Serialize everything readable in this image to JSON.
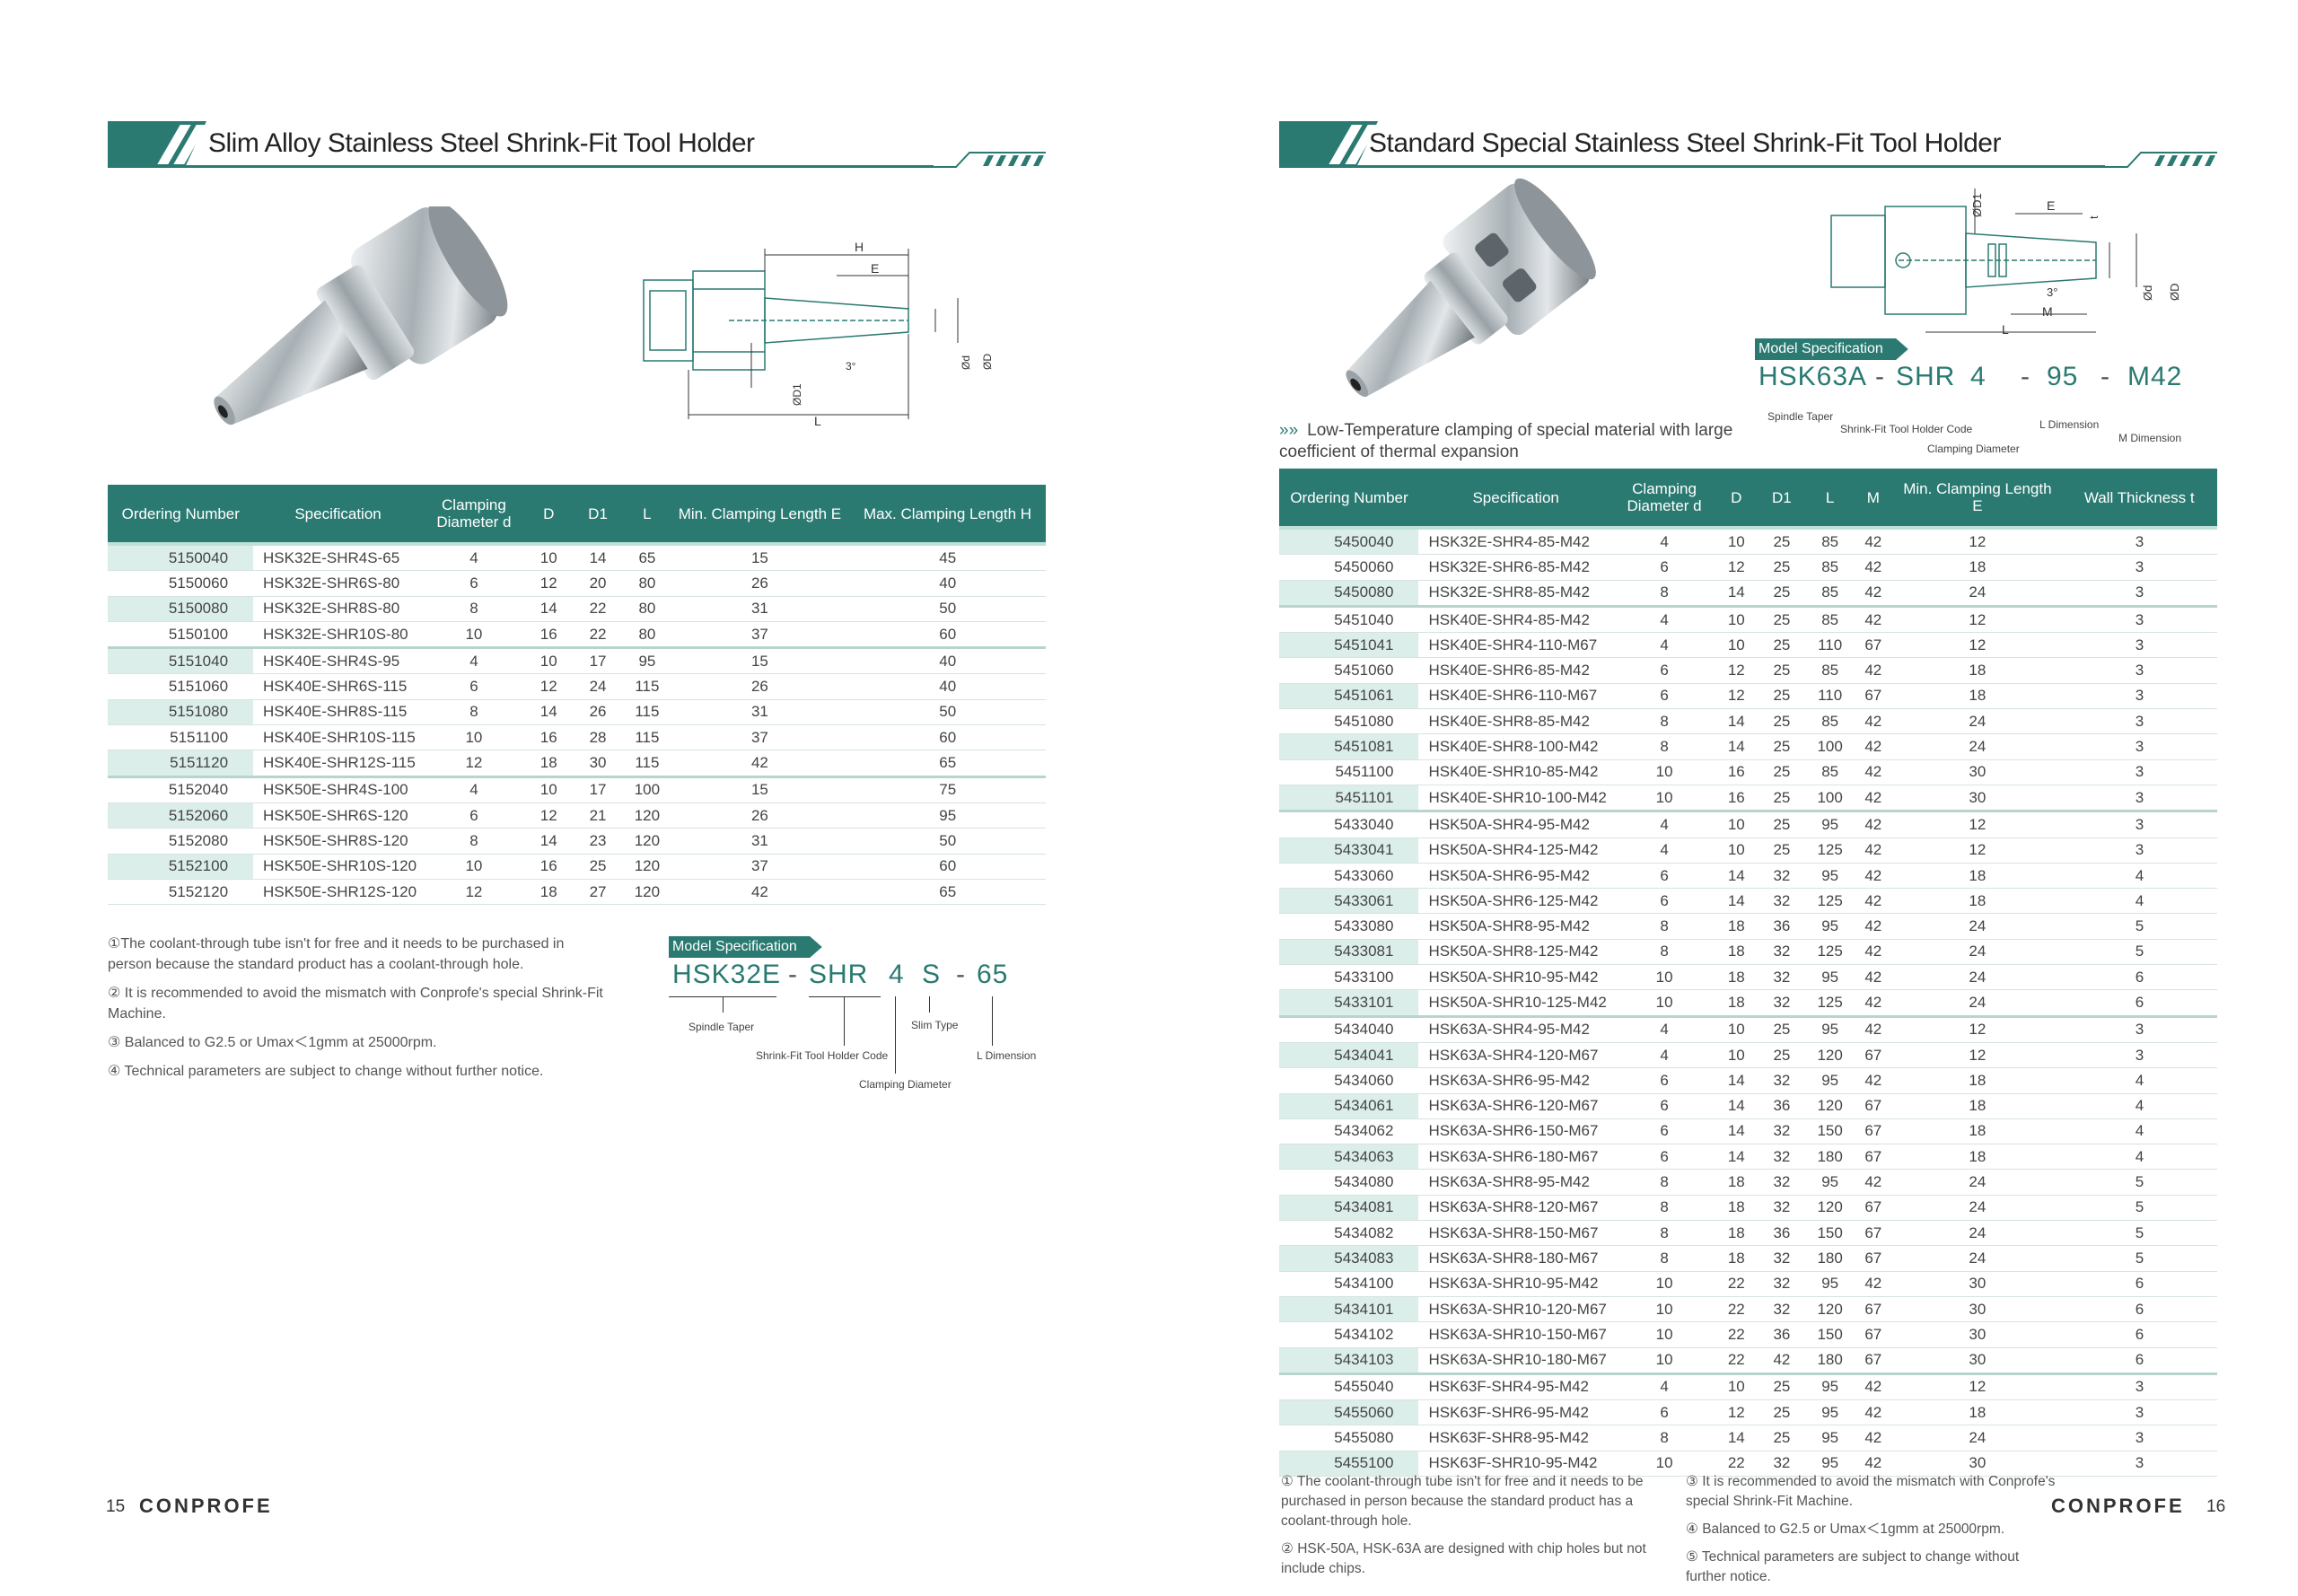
{
  "left": {
    "title": "Slim Alloy Stainless Steel Shrink-Fit Tool Holder",
    "diagram_labels": {
      "H": "H",
      "E": "E",
      "D1": "ØD1",
      "angle": "3°",
      "d": "Ød",
      "D": "ØD",
      "L": "L"
    },
    "table": {
      "headers": [
        "Ordering Number",
        "Specification",
        "Clamping Diameter d",
        "D",
        "D1",
        "L",
        "Min. Clamping Length E",
        "Max. Clamping Length H"
      ],
      "groups": [
        [
          [
            "5150040",
            "HSK32E-SHR4S-65",
            "4",
            "10",
            "14",
            "65",
            "15",
            "45"
          ],
          [
            "5150060",
            "HSK32E-SHR6S-80",
            "6",
            "12",
            "20",
            "80",
            "26",
            "40"
          ],
          [
            "5150080",
            "HSK32E-SHR8S-80",
            "8",
            "14",
            "22",
            "80",
            "31",
            "50"
          ],
          [
            "5150100",
            "HSK32E-SHR10S-80",
            "10",
            "16",
            "22",
            "80",
            "37",
            "60"
          ]
        ],
        [
          [
            "5151040",
            "HSK40E-SHR4S-95",
            "4",
            "10",
            "17",
            "95",
            "15",
            "40"
          ],
          [
            "5151060",
            "HSK40E-SHR6S-115",
            "6",
            "12",
            "24",
            "115",
            "26",
            "40"
          ],
          [
            "5151080",
            "HSK40E-SHR8S-115",
            "8",
            "14",
            "26",
            "115",
            "31",
            "50"
          ],
          [
            "5151100",
            "HSK40E-SHR10S-115",
            "10",
            "16",
            "28",
            "115",
            "37",
            "60"
          ],
          [
            "5151120",
            "HSK40E-SHR12S-115",
            "12",
            "18",
            "30",
            "115",
            "42",
            "65"
          ]
        ],
        [
          [
            "5152040",
            "HSK50E-SHR4S-100",
            "4",
            "10",
            "17",
            "100",
            "15",
            "75"
          ],
          [
            "5152060",
            "HSK50E-SHR6S-120",
            "6",
            "12",
            "21",
            "120",
            "26",
            "95"
          ],
          [
            "5152080",
            "HSK50E-SHR8S-120",
            "8",
            "14",
            "23",
            "120",
            "31",
            "50"
          ],
          [
            "5152100",
            "HSK50E-SHR10S-120",
            "10",
            "16",
            "25",
            "120",
            "37",
            "60"
          ],
          [
            "5152120",
            "HSK50E-SHR12S-120",
            "12",
            "18",
            "27",
            "120",
            "42",
            "65"
          ]
        ]
      ]
    },
    "notes": [
      "①The coolant-through tube isn't for free and it needs to be purchased in person because the standard product has a coolant-through hole.",
      "② It is recommended to avoid the mismatch with Conprofe's special Shrink-Fit Machine.",
      "③ Balanced to G2.5 or Umax＜1gmm at 25000rpm.",
      "④ Technical parameters are subject to change without further notice."
    ],
    "model": {
      "badge": "Model Specification",
      "parts": [
        "HSK32E",
        "-",
        "SHR",
        "4",
        "S",
        "-",
        "65"
      ],
      "labels": {
        "spindle": "Spindle Taper",
        "code": "Shrink-Fit Tool Holder Code",
        "clamp": "Clamping Diameter",
        "slim": "Slim Type",
        "ldim": "L Dimension"
      }
    },
    "page_number": "15",
    "brand": "CONPROFE"
  },
  "right": {
    "title": "Standard Special Stainless Steel Shrink-Fit Tool Holder",
    "feature": "Low-Temperature clamping of special material with large coefficient of thermal expansion",
    "feature_arrow": "»»",
    "diagram_labels": {
      "D1": "ØD1",
      "E": "E",
      "t": "t",
      "angle": "3°",
      "M": "M",
      "L": "L",
      "d": "Ød",
      "D": "ØD"
    },
    "model": {
      "badge": "Model Specification",
      "parts": [
        "HSK63A",
        "-",
        "SHR",
        "4",
        "-",
        "95",
        "-",
        "M42"
      ],
      "labels": {
        "spindle": "Spindle Taper",
        "code": "Shrink-Fit Tool Holder Code",
        "clamp": "Clamping Diameter",
        "ldim": "L Dimension",
        "mdim": "M Dimension"
      }
    },
    "table": {
      "headers": [
        "Ordering Number",
        "Specification",
        "Clamping Diameter d",
        "D",
        "D1",
        "L",
        "M",
        "Min. Clamping Length E",
        "Wall Thickness t"
      ],
      "groups": [
        [
          [
            "5450040",
            "HSK32E-SHR4-85-M42",
            "4",
            "10",
            "25",
            "85",
            "42",
            "12",
            "3"
          ],
          [
            "5450060",
            "HSK32E-SHR6-85-M42",
            "6",
            "12",
            "25",
            "85",
            "42",
            "18",
            "3"
          ],
          [
            "5450080",
            "HSK32E-SHR8-85-M42",
            "8",
            "14",
            "25",
            "85",
            "42",
            "24",
            "3"
          ]
        ],
        [
          [
            "5451040",
            "HSK40E-SHR4-85-M42",
            "4",
            "10",
            "25",
            "85",
            "42",
            "12",
            "3"
          ],
          [
            "5451041",
            "HSK40E-SHR4-110-M67",
            "4",
            "10",
            "25",
            "110",
            "67",
            "12",
            "3"
          ],
          [
            "5451060",
            "HSK40E-SHR6-85-M42",
            "6",
            "12",
            "25",
            "85",
            "42",
            "18",
            "3"
          ],
          [
            "5451061",
            "HSK40E-SHR6-110-M67",
            "6",
            "12",
            "25",
            "110",
            "67",
            "18",
            "3"
          ],
          [
            "5451080",
            "HSK40E-SHR8-85-M42",
            "8",
            "14",
            "25",
            "85",
            "42",
            "24",
            "3"
          ],
          [
            "5451081",
            "HSK40E-SHR8-100-M42",
            "8",
            "14",
            "25",
            "100",
            "42",
            "24",
            "3"
          ],
          [
            "5451100",
            "HSK40E-SHR10-85-M42",
            "10",
            "16",
            "25",
            "85",
            "42",
            "30",
            "3"
          ],
          [
            "5451101",
            "HSK40E-SHR10-100-M42",
            "10",
            "16",
            "25",
            "100",
            "42",
            "30",
            "3"
          ]
        ],
        [
          [
            "5433040",
            "HSK50A-SHR4-95-M42",
            "4",
            "10",
            "25",
            "95",
            "42",
            "12",
            "3"
          ],
          [
            "5433041",
            "HSK50A-SHR4-125-M42",
            "4",
            "10",
            "25",
            "125",
            "42",
            "12",
            "3"
          ],
          [
            "5433060",
            "HSK50A-SHR6-95-M42",
            "6",
            "14",
            "32",
            "95",
            "42",
            "18",
            "4"
          ],
          [
            "5433061",
            "HSK50A-SHR6-125-M42",
            "6",
            "14",
            "32",
            "125",
            "42",
            "18",
            "4"
          ],
          [
            "5433080",
            "HSK50A-SHR8-95-M42",
            "8",
            "18",
            "36",
            "95",
            "42",
            "24",
            "5"
          ],
          [
            "5433081",
            "HSK50A-SHR8-125-M42",
            "8",
            "18",
            "32",
            "125",
            "42",
            "24",
            "5"
          ],
          [
            "5433100",
            "HSK50A-SHR10-95-M42",
            "10",
            "18",
            "32",
            "95",
            "42",
            "24",
            "6"
          ],
          [
            "5433101",
            "HSK50A-SHR10-125-M42",
            "10",
            "18",
            "32",
            "125",
            "42",
            "24",
            "6"
          ]
        ],
        [
          [
            "5434040",
            "HSK63A-SHR4-95-M42",
            "4",
            "10",
            "25",
            "95",
            "42",
            "12",
            "3"
          ],
          [
            "5434041",
            "HSK63A-SHR4-120-M67",
            "4",
            "10",
            "25",
            "120",
            "67",
            "12",
            "3"
          ],
          [
            "5434060",
            "HSK63A-SHR6-95-M42",
            "6",
            "14",
            "32",
            "95",
            "42",
            "18",
            "4"
          ],
          [
            "5434061",
            "HSK63A-SHR6-120-M67",
            "6",
            "14",
            "36",
            "120",
            "67",
            "18",
            "4"
          ],
          [
            "5434062",
            "HSK63A-SHR6-150-M67",
            "6",
            "14",
            "32",
            "150",
            "67",
            "18",
            "4"
          ],
          [
            "5434063",
            "HSK63A-SHR6-180-M67",
            "6",
            "14",
            "32",
            "180",
            "67",
            "18",
            "4"
          ],
          [
            "5434080",
            "HSK63A-SHR8-95-M42",
            "8",
            "18",
            "32",
            "95",
            "42",
            "24",
            "5"
          ],
          [
            "5434081",
            "HSK63A-SHR8-120-M67",
            "8",
            "18",
            "32",
            "120",
            "67",
            "24",
            "5"
          ],
          [
            "5434082",
            "HSK63A-SHR8-150-M67",
            "8",
            "18",
            "36",
            "150",
            "67",
            "24",
            "5"
          ],
          [
            "5434083",
            "HSK63A-SHR8-180-M67",
            "8",
            "18",
            "32",
            "180",
            "67",
            "24",
            "5"
          ],
          [
            "5434100",
            "HSK63A-SHR10-95-M42",
            "10",
            "22",
            "32",
            "95",
            "42",
            "30",
            "6"
          ],
          [
            "5434101",
            "HSK63A-SHR10-120-M67",
            "10",
            "22",
            "32",
            "120",
            "67",
            "30",
            "6"
          ],
          [
            "5434102",
            "HSK63A-SHR10-150-M67",
            "10",
            "22",
            "36",
            "150",
            "67",
            "30",
            "6"
          ],
          [
            "5434103",
            "HSK63A-SHR10-180-M67",
            "10",
            "22",
            "42",
            "180",
            "67",
            "30",
            "6"
          ]
        ],
        [
          [
            "5455040",
            "HSK63F-SHR4-95-M42",
            "4",
            "10",
            "25",
            "95",
            "42",
            "12",
            "3"
          ],
          [
            "5455060",
            "HSK63F-SHR6-95-M42",
            "6",
            "12",
            "25",
            "95",
            "42",
            "18",
            "3"
          ],
          [
            "5455080",
            "HSK63F-SHR8-95-M42",
            "8",
            "14",
            "25",
            "95",
            "42",
            "24",
            "3"
          ],
          [
            "5455100",
            "HSK63F-SHR10-95-M42",
            "10",
            "22",
            "32",
            "95",
            "42",
            "30",
            "3"
          ]
        ]
      ]
    },
    "notes_col1": [
      "① The coolant-through tube isn't for free and it needs to be purchased in person because the standard product has a coolant-through hole.",
      "② HSK-50A, HSK-63A are designed with chip holes but not include chips."
    ],
    "notes_col2": [
      "③ It is recommended to avoid the mismatch with Conprofe's special Shrink-Fit Machine.",
      "④ Balanced to G2.5 or Umax＜1gmm at 25000rpm.",
      "⑤ Technical parameters are subject to change without further notice."
    ],
    "page_number": "16",
    "brand": "CONPROFE"
  },
  "colors": {
    "accent": "#2a7a72",
    "row_tint": "#dbeeea",
    "divider": "#b9d4cf"
  }
}
